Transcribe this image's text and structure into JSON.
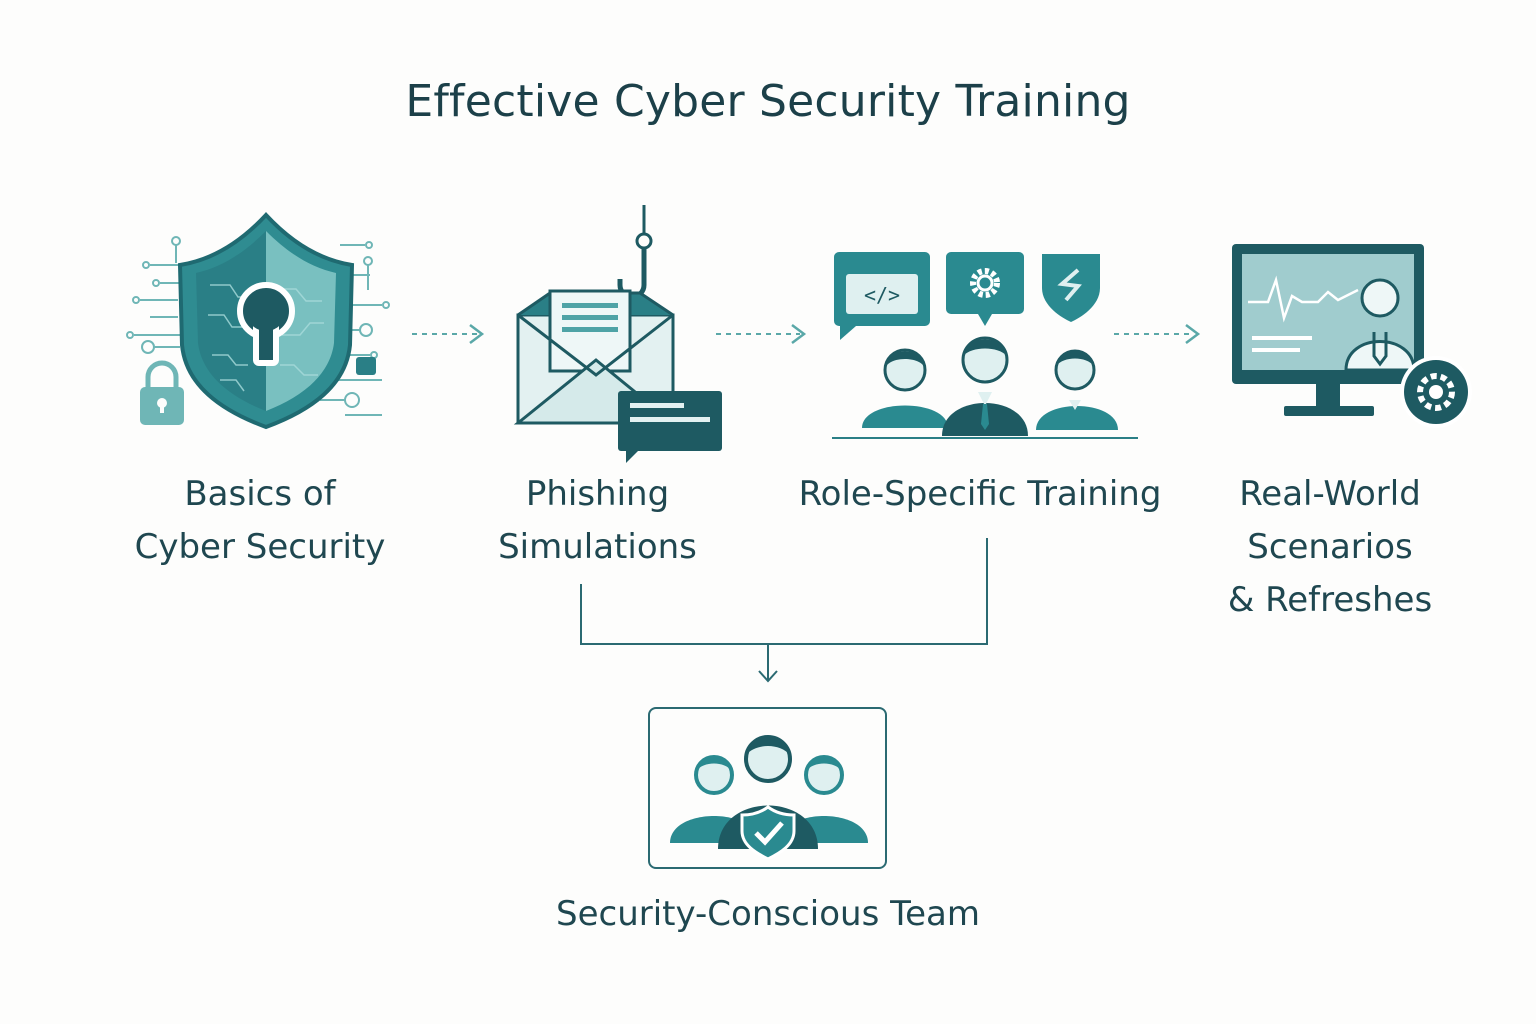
{
  "title": "Effective Cyber Security Training",
  "stages": [
    {
      "icon": "shield-keyhole-icon",
      "lines": [
        "Basics of",
        "Cyber Security"
      ]
    },
    {
      "icon": "phishing-email-icon",
      "lines": [
        "Phishing",
        "Simulations"
      ]
    },
    {
      "icon": "role-team-icon",
      "lines": [
        "Role-Specific Training"
      ]
    },
    {
      "icon": "monitor-scenario-icon",
      "lines": [
        "Real-World",
        "Scenarios",
        "& Refreshes"
      ]
    }
  ],
  "result": {
    "icon": "secure-team-icon",
    "label": "Security-Conscious Team"
  },
  "colors": {
    "teal": "#2a8a90",
    "dark_teal": "#1d5d66",
    "light_teal": "#7fc3c3",
    "pale": "#dff0f0",
    "navy_text": "#1c4049"
  }
}
